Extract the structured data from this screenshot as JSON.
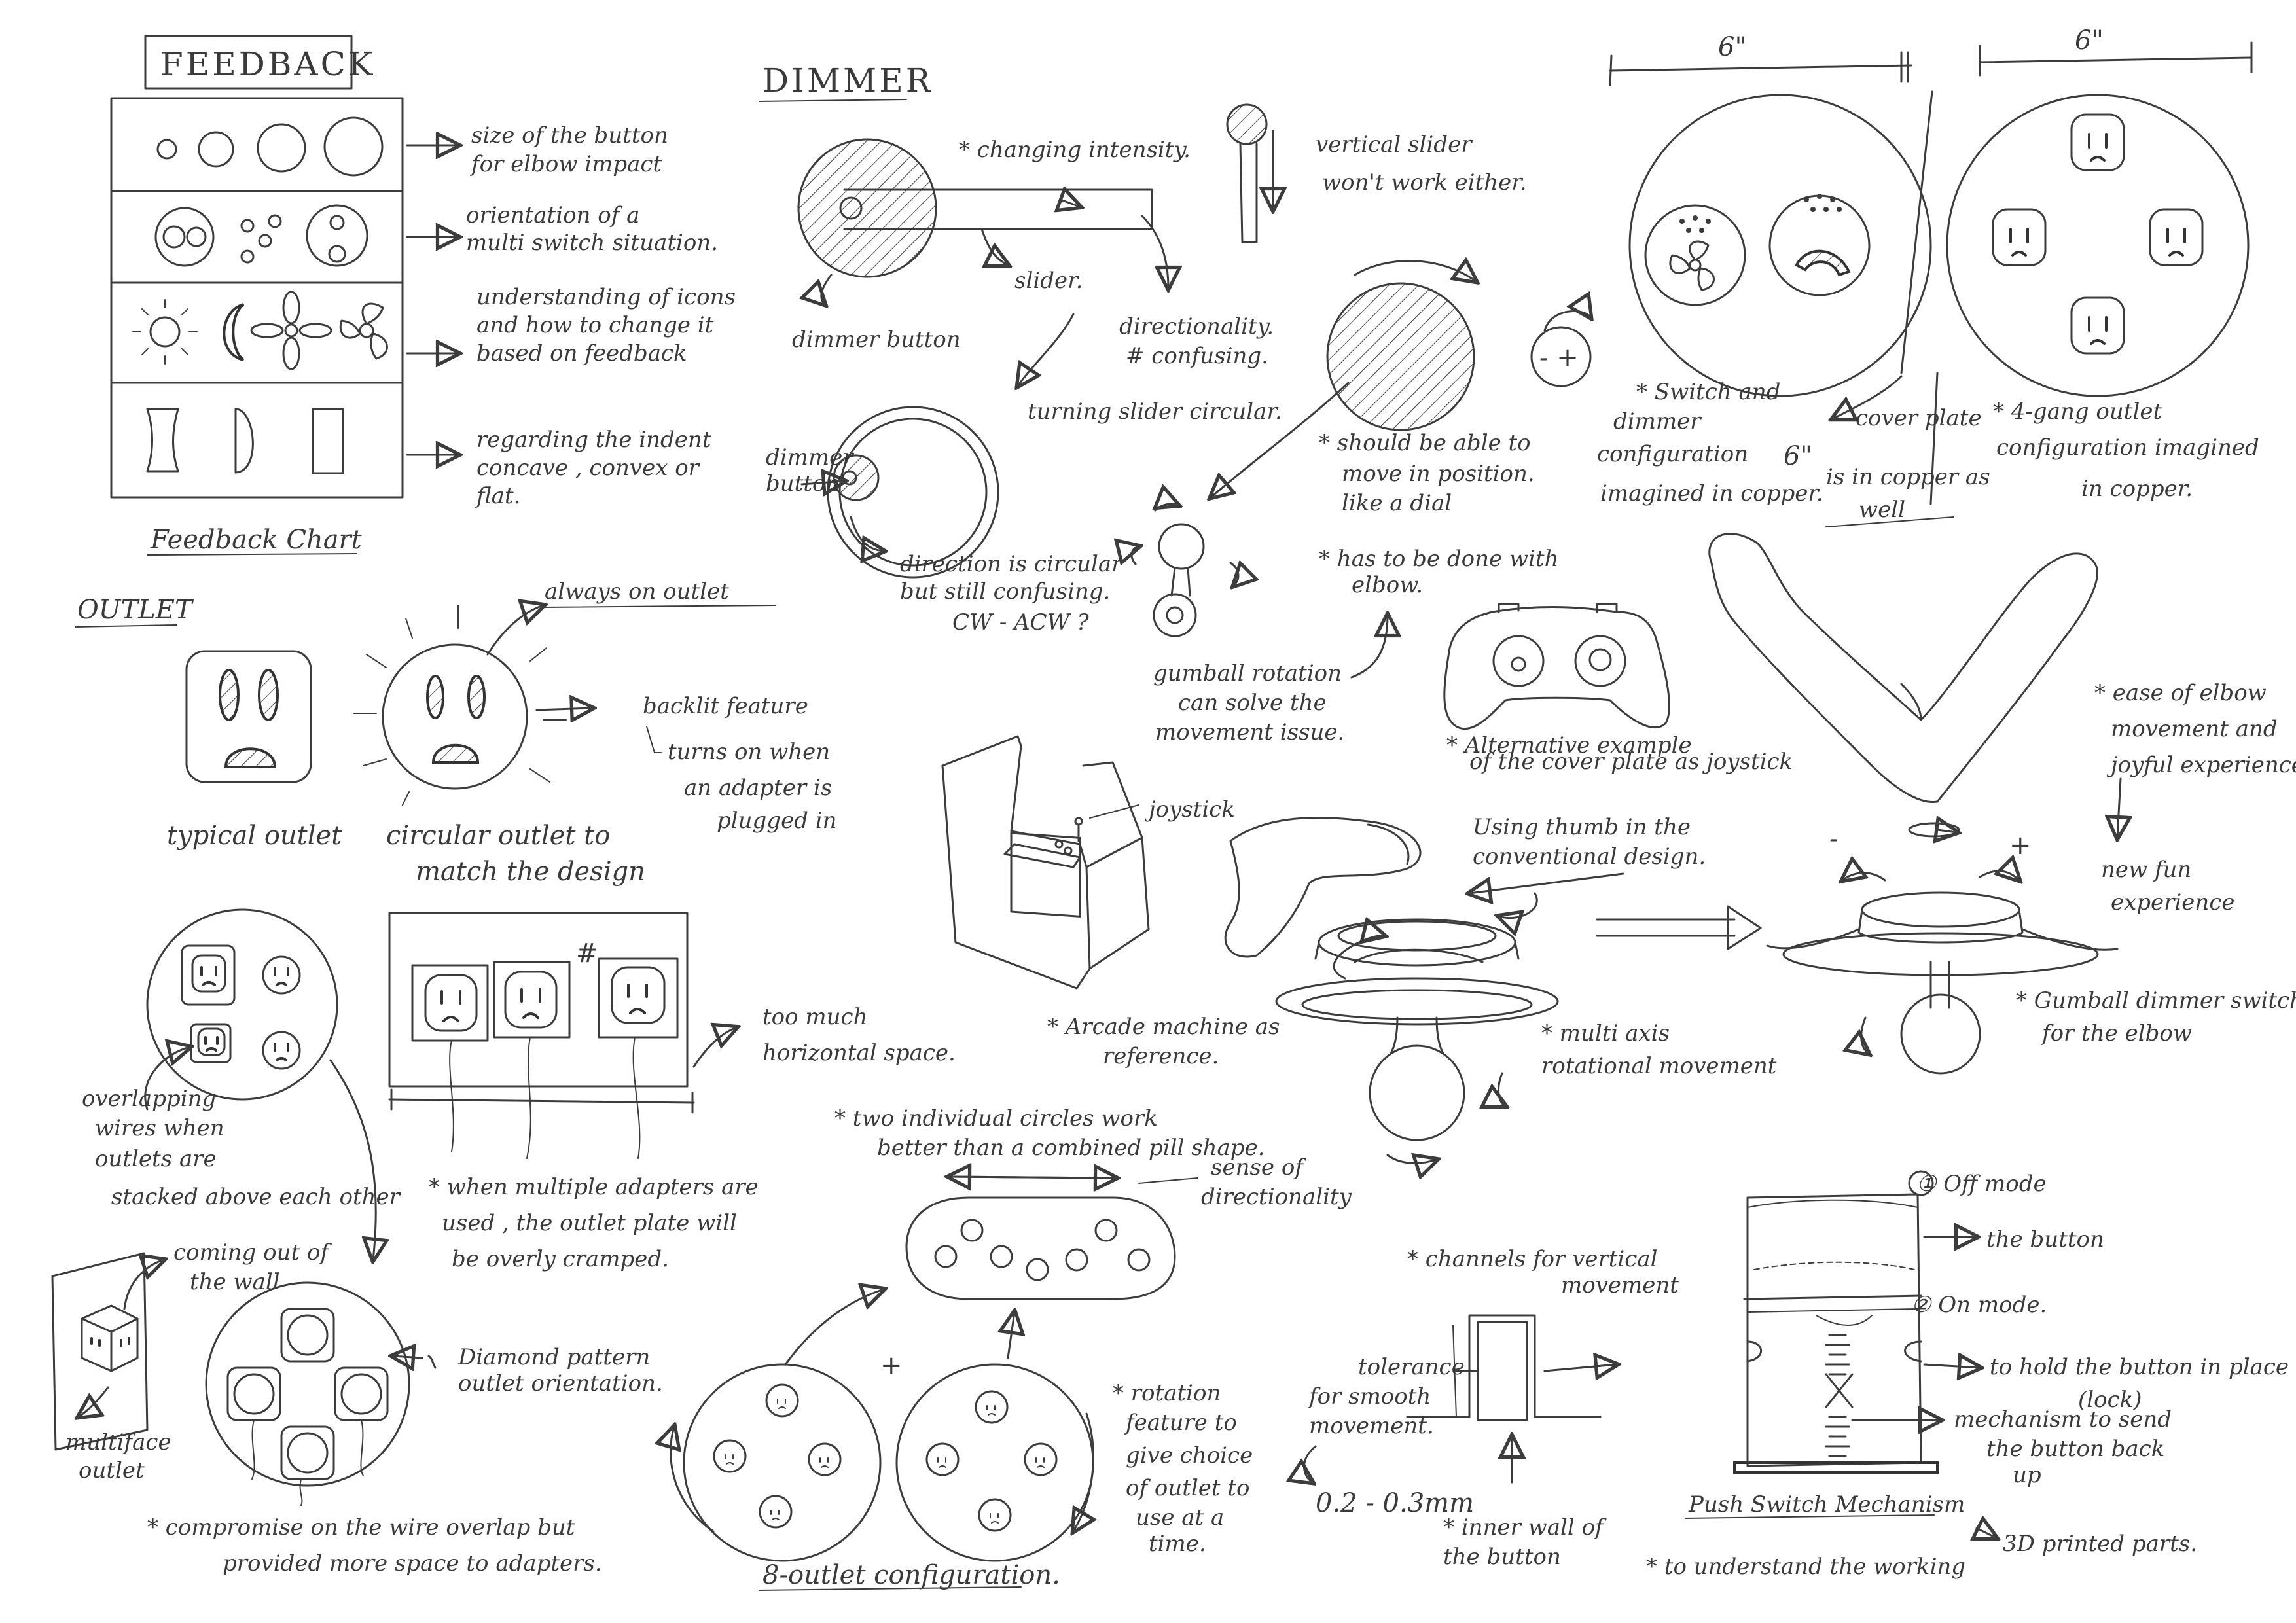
{
  "feedback": {
    "title": "FEEDBACK",
    "caption": "Feedback Chart",
    "row1_note": [
      "size of the button",
      "for elbow impact"
    ],
    "row2_note": [
      "orientation of a",
      "multi switch situation."
    ],
    "row3_note": [
      "understanding of icons",
      "and how to change it",
      "based on feedback"
    ],
    "row4_note": [
      "regarding the indent",
      "concave , convex or",
      "flat."
    ]
  },
  "dimmer": {
    "title": "DIMMER",
    "changing_intensity": "* changing intensity.",
    "vertical_slider": [
      "vertical slider",
      "won't work either."
    ],
    "slider": "slider.",
    "dimmer_button": "dimmer button",
    "directionality": [
      "directionality.",
      "# confusing."
    ],
    "turning_slider": "turning slider circular.",
    "dimmer_button_2": [
      "dimmer",
      "button"
    ],
    "direction_circular": [
      "direction is circular",
      "but still confusing.",
      "CW - ACW ?"
    ],
    "dial": [
      "* should be able to",
      "move in position.",
      "like a dial"
    ],
    "elbow": [
      "* has to be done with",
      "elbow."
    ],
    "gumball": [
      "gumball rotation",
      "can solve the",
      "movement issue."
    ],
    "minus_plus": "- +",
    "controller_note": [
      "* Alternative example",
      "of the cover plate as joystick"
    ],
    "joystick": "joystick",
    "arcade": [
      "* Arcade machine as",
      "reference."
    ],
    "thumb": [
      "Using thumb in the",
      "conventional design."
    ],
    "multi_axis": [
      "* multi axis",
      "rotational movement"
    ]
  },
  "dimensions": {
    "left": "6\"",
    "right": "6\"",
    "diag": "6\""
  },
  "copper": {
    "switch_dimmer": [
      "* Switch and",
      "dimmer",
      "configuration",
      "imagined in copper."
    ],
    "cover_plate": [
      "cover plate",
      "is in copper as",
      "well"
    ],
    "four_gang": [
      "* 4-gang outlet",
      "configuration imagined",
      "in copper."
    ]
  },
  "elbow_section": {
    "ease": [
      "* ease of elbow",
      "movement and",
      "joyful experience"
    ],
    "new_fun": [
      "new fun",
      "experience"
    ],
    "minus": "-",
    "plus": "+",
    "gumball_switch": [
      "* Gumball dimmer switch",
      "for the elbow"
    ]
  },
  "outlet": {
    "title": "OUTLET",
    "typical": "typical outlet",
    "circular": [
      "circular outlet to",
      "match the design"
    ],
    "always_on": "always on outlet",
    "backlit": [
      "backlit feature",
      "turns on when",
      "an adapter is",
      "plugged in"
    ],
    "overlapping": [
      "overlapping",
      "wires when",
      "outlets are",
      "stacked above each other"
    ],
    "horizontal": [
      "too much",
      "horizontal space."
    ],
    "hash": "#",
    "multiple": [
      "* when multiple adapters are",
      "used , the outlet plate will",
      "be overly cramped."
    ],
    "coming_out": [
      "coming out of",
      "the wall"
    ],
    "multiface": [
      "multiface",
      "outlet"
    ],
    "diamond": [
      "Diamond pattern",
      "outlet orientation."
    ],
    "compromise": [
      "* compromise on the wire overlap but",
      "provided more space to adapters."
    ]
  },
  "eight_outlet": {
    "two_circles": [
      "* two individual circles work",
      "better than a combined pill shape."
    ],
    "sense": [
      "sense of",
      "directionality"
    ],
    "plus": "+",
    "rotation": [
      "* rotation",
      "feature to",
      "give choice",
      "of outlet to",
      "use at a",
      "time."
    ],
    "caption": "8-outlet configuration."
  },
  "channels": {
    "note": [
      "* channels for vertical",
      "movement"
    ],
    "tolerance": [
      "tolerance",
      "for smooth",
      "movement."
    ],
    "measure": "0.2 - 0.3mm",
    "inner_wall": [
      "* inner wall of",
      "the button"
    ]
  },
  "push_switch": {
    "off_mode": "① Off mode",
    "the_button": "the button",
    "on_mode": "② On mode.",
    "hold": [
      "to hold the button in place",
      "(lock)"
    ],
    "mechanism": [
      "mechanism to send",
      "the button back",
      "up"
    ],
    "caption": "Push Switch Mechanism",
    "printed": "3D printed parts.",
    "understand": "* to understand the working"
  }
}
